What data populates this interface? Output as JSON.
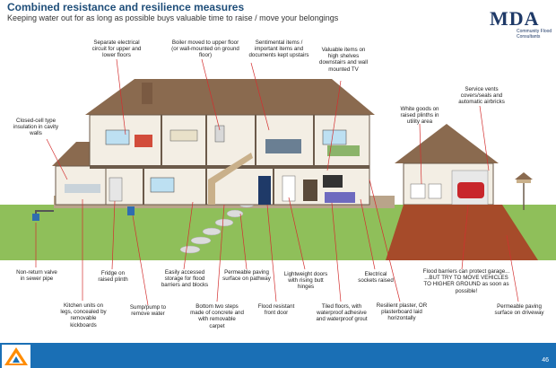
{
  "header": {
    "title": "Combined resistance and resilience measures",
    "subtitle": "Keeping water out for as long as possible buys valuable time to raise / move your belongings"
  },
  "logo": {
    "mark": "MDA",
    "tagline": "Community Flood Consultants"
  },
  "labels": {
    "electrical_circuit": "Separate electrical circuit for upper and lower floors",
    "boiler": "Boiler moved to upper floor (or wall-mounted on ground floor)",
    "sentimental": "Sentimental items / important items and documents kept upstairs",
    "valuable_items": "Valuable items on high shelves downstairs and wall mounted TV",
    "white_goods": "White goods on raised plinths in utility area",
    "service_vents": "Service vents covers/seals and automatic airbricks",
    "insulation": "Closed-cell type insulation in cavity walls",
    "non_return": "Non-return valve in sewer pipe",
    "kitchen_units": "Kitchen units on legs, concealed by removable kickboards",
    "fridge": "Fridge on raised plinth",
    "sump": "Sump/pump to remove water",
    "storage": "Easily accessed storage for flood barriers and blocks",
    "bottom_steps": "Bottom two steps made of concrete and with removable carpet",
    "paving": "Permeable paving surface on pathway",
    "front_door": "Flood resistant front door",
    "lightweight_doors": "Lightweight doors with rising butt hinges",
    "tiled_floors": "Tiled floors, with waterproof adhesive and waterproof grout",
    "sockets": "Electrical sockets raised",
    "plaster": "Resilient plaster, OR plasterboard laid horizontally",
    "flood_barriers": "Flood barriers can protect garage... ...BUT TRY TO MOVE VEHICLES TO HIGHER GROUND as soon as possible!",
    "driveway": "Permeable paving surface on driveway"
  },
  "footer": {
    "page_number": "46"
  },
  "colors": {
    "roof": "#8a6a4f",
    "wall": "#f3eee4",
    "grass": "#8fbf5a",
    "water_blue": "#1a6fb5",
    "brick": "#a64b2a",
    "car": "#c8262b"
  }
}
